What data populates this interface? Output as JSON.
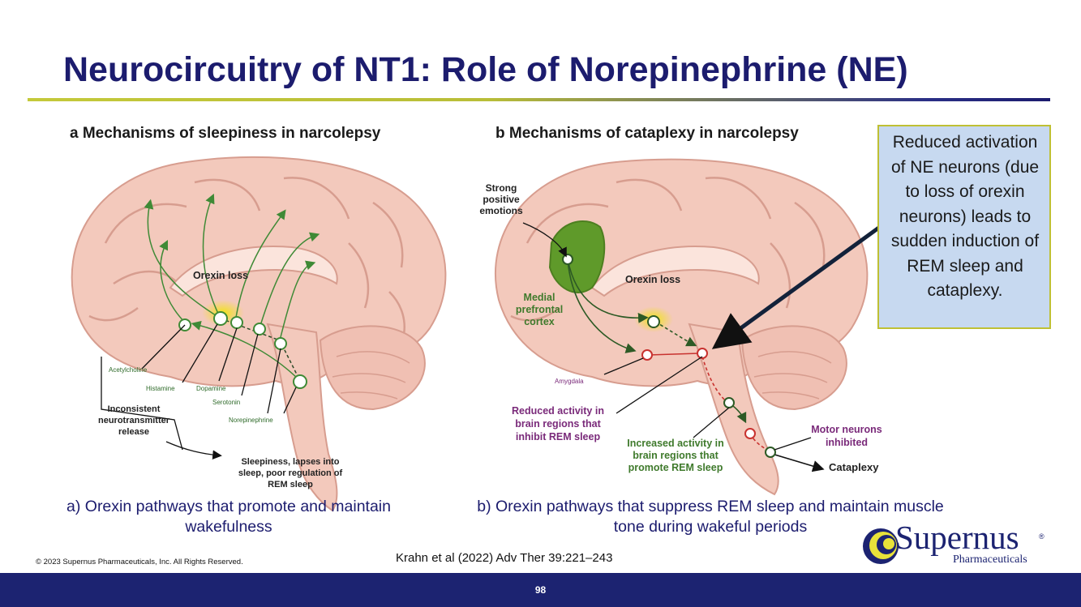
{
  "slide": {
    "title": "Neurocircuitry of NT1: Role of Norepinephrine (NE)",
    "page_number": "98"
  },
  "panel_a": {
    "heading": "a  Mechanisms of sleepiness in narcolepsy",
    "orexin_label": "Orexin loss",
    "neurotransmitters": [
      "Acetylcholine",
      "Histamine",
      "Dopamine",
      "Serotonin",
      "Norepinephrine"
    ],
    "inconsistent_label": "Inconsistent neurotransmitter release",
    "inconsistent_lines": [
      "Inconsistent",
      "neurotransmitter",
      "release"
    ],
    "outcome_lines": [
      "Sleepiness, lapses into",
      "sleep, poor regulation of",
      "REM sleep"
    ],
    "caption_lines": [
      "a) Orexin pathways that promote and maintain",
      "wakefulness"
    ]
  },
  "panel_b": {
    "heading": "b  Mechanisms of cataplexy in narcolepsy",
    "emotions_lines": [
      "Strong",
      "positive",
      "emotions"
    ],
    "mpfc_lines": [
      "Medial",
      "prefrontal",
      "cortex"
    ],
    "orexin_label": "Orexin loss",
    "amygdala_label": "Amygdala",
    "reduced_lines": [
      "Reduced activity in",
      "brain regions that",
      "inhibit REM sleep"
    ],
    "increased_lines": [
      "Increased activity in",
      "brain regions that",
      "promote REM sleep"
    ],
    "motor_lines": [
      "Motor neurons",
      "inhibited"
    ],
    "outcome_label": "Cataplexy",
    "caption_lines": [
      "b) Orexin pathways that suppress REM sleep and maintain muscle",
      "tone during wakeful periods"
    ]
  },
  "callout": {
    "text": "Reduced activation of NE neurons (due to loss of orexin neurons) leads to sudden induction of REM sleep and cataplexy."
  },
  "footer": {
    "copyright": "© 2023 Supernus Pharmaceuticals, Inc. All Rights Reserved.",
    "citation": "Krahn et al (2022) Adv Ther 39:221–243"
  },
  "logo": {
    "word": "Supernus",
    "registered": "®",
    "subtitle": "Pharmaceuticals"
  },
  "colors": {
    "title": "#1c1c6e",
    "footer_bar": "#1c2371",
    "callout_fill": "#c7d9f0",
    "callout_border": "#bfc034",
    "pathway_green": "#3f8a36",
    "brain_pink": "#f3c9bc",
    "rem_red": "#c8322f",
    "orexin_yellow": "#f2e31b"
  }
}
